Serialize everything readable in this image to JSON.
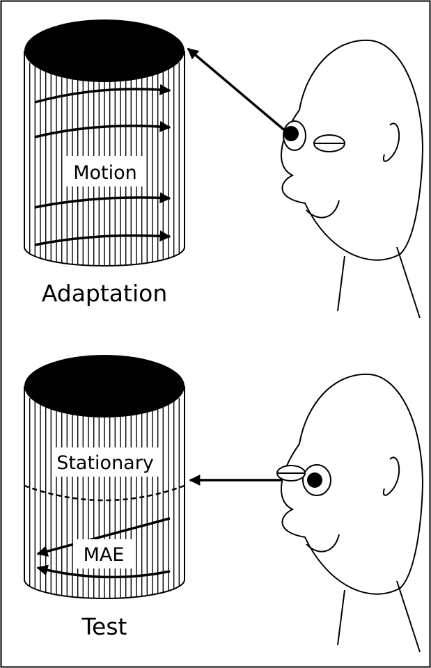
{
  "panels": {
    "adaptation": {
      "caption": "Adaptation",
      "drum_label": "Motion"
    },
    "test": {
      "caption": "Test",
      "upper_label": "Stationary",
      "lower_label": "MAE"
    }
  },
  "colors": {
    "ink": "#000000",
    "paper": "#ffffff"
  }
}
